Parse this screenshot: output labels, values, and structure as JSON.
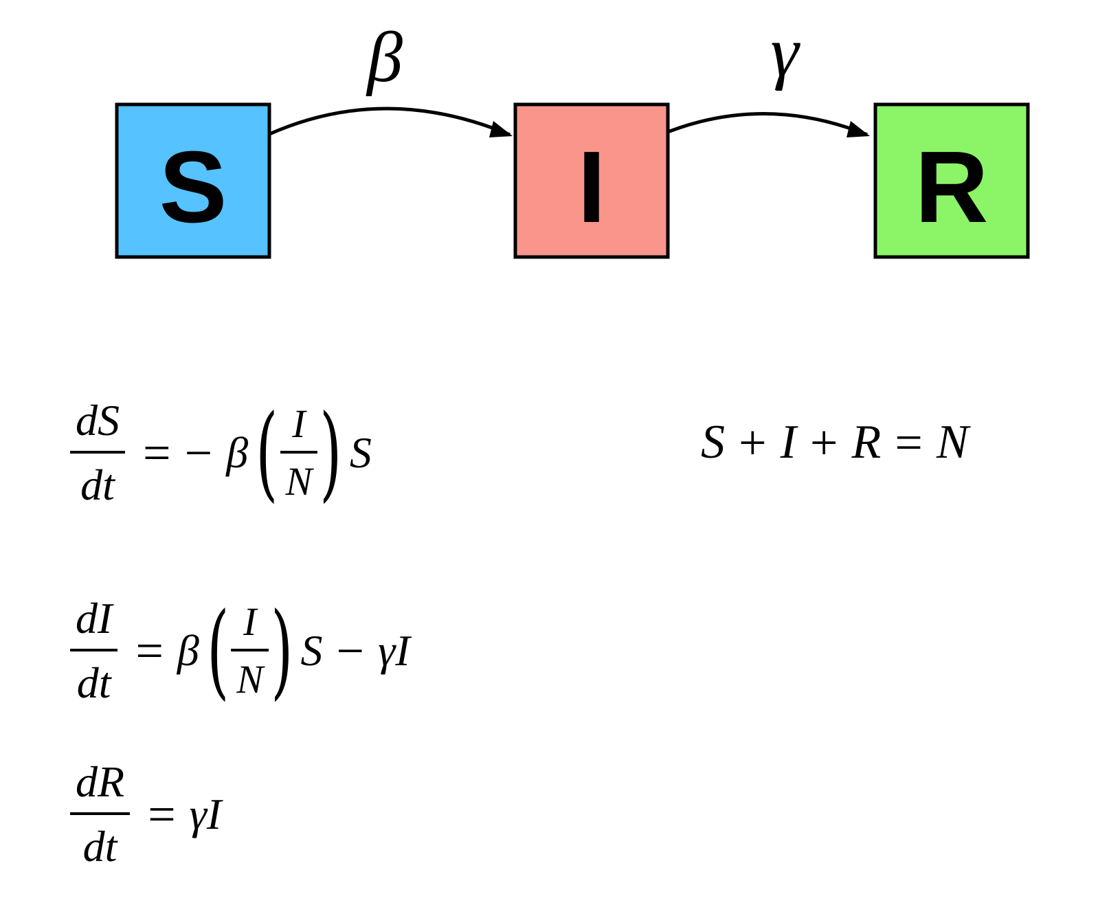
{
  "diagram": {
    "nodes": [
      {
        "id": "S",
        "label": "S",
        "color": "#56C2FF"
      },
      {
        "id": "I",
        "label": "I",
        "color": "#F9958B"
      },
      {
        "id": "R",
        "label": "R",
        "color": "#8CF567"
      }
    ],
    "edges": [
      {
        "from": "S",
        "to": "I",
        "label": "β"
      },
      {
        "from": "I",
        "to": "R",
        "label": "γ"
      }
    ]
  },
  "equations": {
    "ds": {
      "num": "dS",
      "den": "dt",
      "eq": "=",
      "minus": "−",
      "beta": "β",
      "in": "I",
      "id": "N",
      "tail": "S"
    },
    "di": {
      "num": "dI",
      "den": "dt",
      "eq": "=",
      "beta": "β",
      "in": "I",
      "id": "N",
      "tail": "S",
      "minus": "−",
      "tail2": "γI"
    },
    "dr": {
      "num": "dR",
      "den": "dt",
      "eq": "=",
      "rhs": "γI"
    },
    "total": {
      "s": "S",
      "plus1": "+",
      "i": "I",
      "plus2": "+",
      "r": "R",
      "eq": "=",
      "n": "N"
    }
  }
}
